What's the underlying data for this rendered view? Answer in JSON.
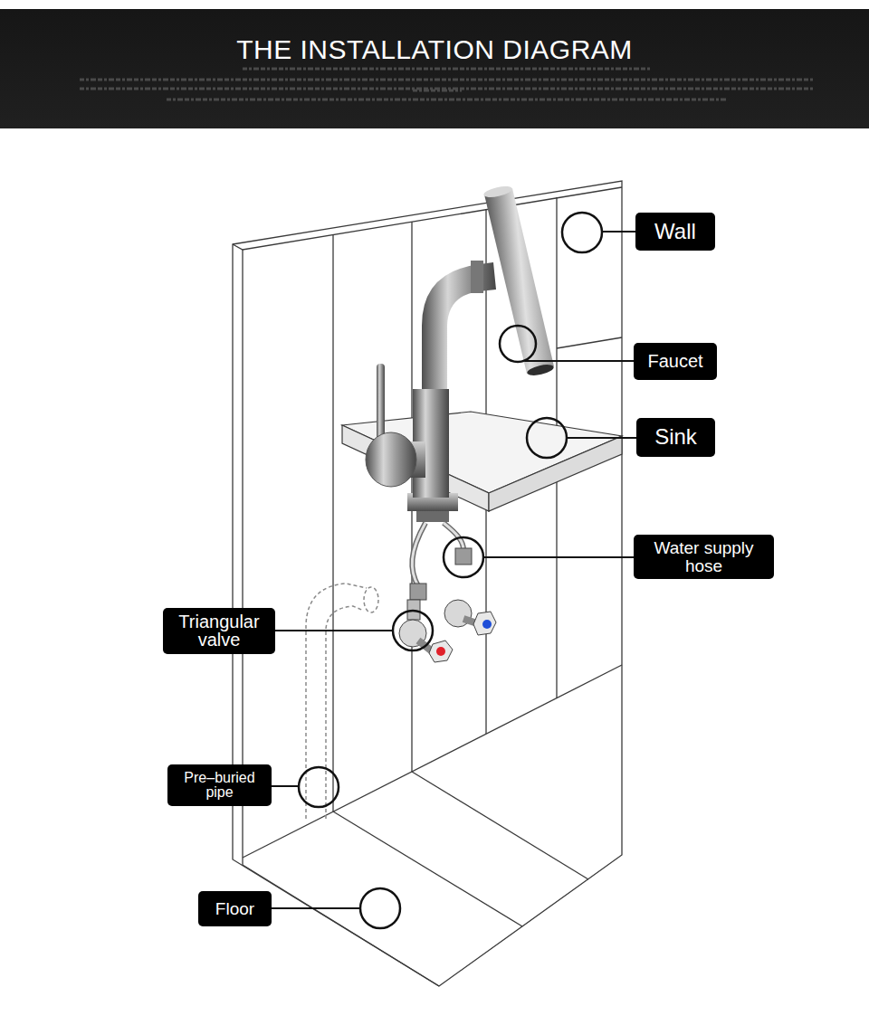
{
  "diagram": {
    "title": "THE INSTALLATION DIAGRAM",
    "nodes": [
      {
        "text": [
          "Wall"
        ]
      },
      {
        "text": [
          "Faucet"
        ]
      },
      {
        "text": [
          "Sink"
        ]
      },
      {
        "text": [
          "Water supply hose"
        ]
      },
      {
        "text": [
          "Triangular valve"
        ]
      },
      {
        "text": [
          "Pre–buried pipe"
        ]
      },
      {
        "text": [
          "Floor"
        ]
      }
    ]
  }
}
